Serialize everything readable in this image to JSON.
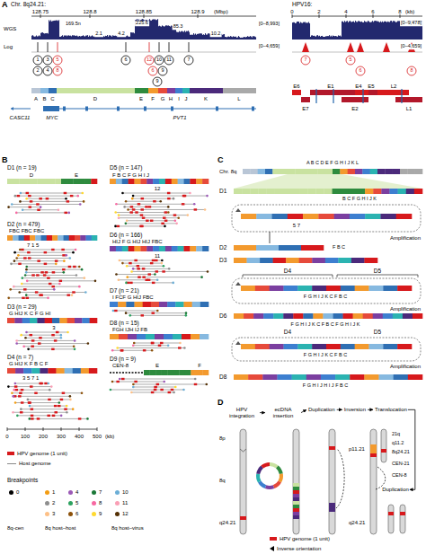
{
  "diagram": {
    "nodes": [
      {
        "text": [
          "HPV integration"
        ]
      },
      {
        "text": [
          "ecDNA insertion"
        ]
      },
      {
        "text": [
          "Duplication"
        ]
      },
      {
        "text": [
          "Inversion"
        ]
      },
      {
        "text": [
          "Translocation"
        ]
      },
      {
        "text": [
          "Duplication"
        ]
      }
    ],
    "edges": [
      {
        "from": 0,
        "to": 1,
        "arrow": "to"
      },
      {
        "from": 1,
        "to": 2,
        "arrow": "to"
      },
      {
        "from": 2,
        "to": 3,
        "arrow": "to"
      },
      {
        "from": 3,
        "to": 4,
        "arrow": "to"
      },
      {
        "from": 4,
        "to": 5,
        "arrow": "to"
      }
    ],
    "labels": [
      "A",
      "Chr. 8q24.21:",
      "128.75",
      "128.8",
      "128.85",
      "128.9",
      "(Mbp)",
      "WGS",
      "169.5n",
      "2.1",
      "225.6",
      "85.3",
      "4.2",
      "10.2",
      "[0–8,993]",
      "Log",
      "[0–4,659]",
      "1",
      "3",
      "5",
      "6",
      "12",
      "10",
      "11",
      "7",
      "2",
      "4",
      "8",
      "6",
      "9",
      "9",
      "A",
      "B",
      "C",
      "D",
      "E",
      "F",
      "G",
      "H",
      "I",
      "J",
      "K",
      "L",
      "CASC11",
      "MYC",
      "PVT1",
      "HPV16:",
      "0",
      "2",
      "4",
      "6",
      "8",
      "(kb)",
      "[0–9,478]",
      "[0–4,659]",
      "7",
      "5",
      "6",
      "8",
      "E6",
      "E1",
      "E4",
      "E5",
      "L2",
      "E7",
      "E2",
      "L1",
      "B",
      "D1 (n = 19)",
      "D2 (n = 479)",
      "D3 (n = 29)",
      "D4 (n = 7)",
      "D5 (n = 147)",
      "D6 (n = 166)",
      "D7 (n = 21)",
      "D8 (n = 15)",
      "D9 (n = 9)",
      "D",
      "E",
      "FBC FBC FBC",
      "7 1 5",
      "G HIJ K C F G HI",
      "3",
      "G HIJ K F B C F",
      "3 5 7 1",
      "F B C F G H I J",
      "12",
      "HIJ F G HIJ HIJ FBC",
      "11",
      "I FCF G HIJ FBC",
      "FGH IJH IJ FB",
      "CEN-8",
      "E",
      "F",
      "0",
      "100",
      "200",
      "300",
      "400",
      "500",
      "(kb)",
      "Breakpoints",
      "8q-cen",
      "8q host–host",
      "8q host–virus",
      "C",
      "Chr. 8q",
      "A B C D E F G H I J K L",
      "D1",
      "5 7",
      "Amplification",
      "D2",
      "D3",
      "D4",
      "D5",
      "Amplification",
      "D4",
      "D5",
      "Amplification",
      "D6",
      "D8",
      "B C F G H I J K",
      "F B C",
      "F G H I J K C F B C",
      "F G H I J K C F B C F G H I J K",
      "F G H I J K C F B C",
      "F G H I J H I J F B C",
      "D",
      "8p",
      "8q",
      "q24.21",
      "p11.21",
      "q24.21",
      "21q",
      "q11.2",
      "8q24.21",
      "CEN-8",
      "CEN-21"
    ],
    "legend": [
      {
        "text": "HPV genome (1 unit)",
        "color": "#d7191c"
      },
      {
        "text": "Host genome"
      },
      {
        "text": "0",
        "color": "#000000"
      },
      {
        "text": "1",
        "color": "#f39c12"
      },
      {
        "text": "2",
        "color": "#8e8e8e"
      },
      {
        "text": "3",
        "color": "#fdc086"
      },
      {
        "text": "4",
        "color": "#9b59b6"
      },
      {
        "text": "5",
        "color": "#2ca25f"
      },
      {
        "text": "6",
        "color": "#8c510a"
      },
      {
        "text": "7",
        "color": "#1b7837"
      },
      {
        "text": "8",
        "color": "#f768a1"
      },
      {
        "text": "9",
        "color": "#ffd92f"
      },
      {
        "text": "10",
        "color": "#6baed6"
      },
      {
        "text": "11",
        "color": "#fa9fb5"
      },
      {
        "text": "12",
        "color": "#543005"
      },
      {
        "text": "HPV genome (1 unit)",
        "color": "#d7191c"
      },
      {
        "text": "Inverse orientation"
      }
    ]
  }
}
